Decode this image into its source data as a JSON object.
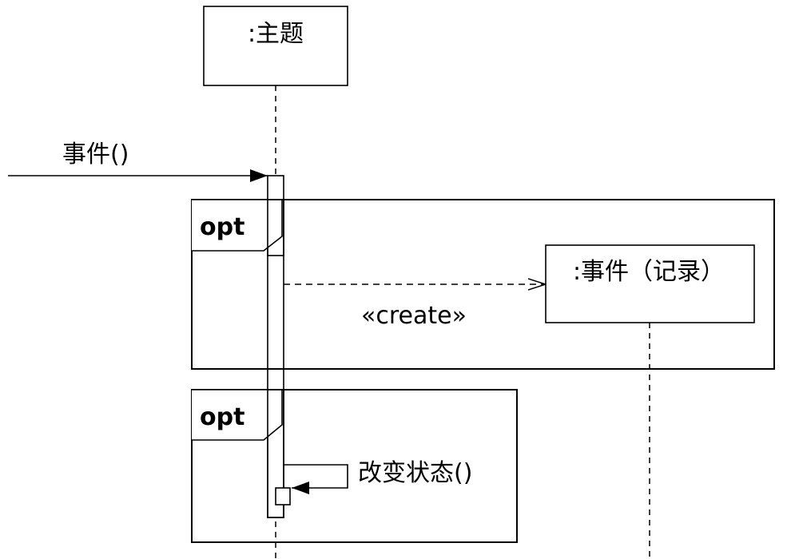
{
  "participants": [
    {
      "label": ":主题"
    },
    {
      "label": ":事件（记录）"
    }
  ],
  "messages": [
    {
      "label": "事件()",
      "kind": "synchronous-call"
    },
    {
      "label": "«create»",
      "kind": "create"
    },
    {
      "label": "改变状态()",
      "kind": "self-call"
    }
  ],
  "fragments": [
    {
      "operator": "opt"
    },
    {
      "operator": "opt"
    }
  ],
  "colors": {
    "stroke": "#000000",
    "background": "#ffffff"
  }
}
